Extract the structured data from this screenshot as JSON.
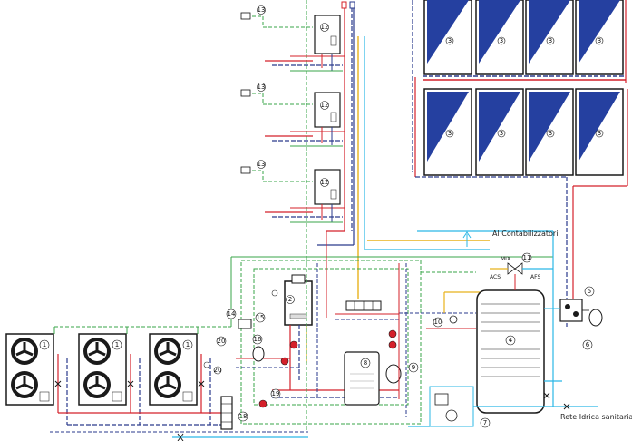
{
  "labels": {
    "contabilizzatori": "Al Contabilizzatori",
    "rete_idrica": "Rete Idrica sanitaria",
    "mix": "MIX",
    "acs": "ACS",
    "afs": "AFS"
  },
  "callouts": {
    "heat_pump": "1",
    "boiler": "2",
    "solar_panel": "3",
    "storage_tank": "4",
    "solar_station": "5",
    "expansion_vessel_solar": "6",
    "water_treatment": "7",
    "expansion_vessel_dhw": "8",
    "small_tank": "9",
    "pump_group": "10",
    "mixing_valve": "11",
    "wall_unit": "12",
    "thermostat": "13",
    "controller": "14",
    "sensor": "15",
    "expansion_vessel_heating": "16",
    "heat_exchanger": "18",
    "pump": "19",
    "flow_switch": "20"
  },
  "colors": {
    "hot_flow": "#d4202a",
    "return": "#2a3a8c",
    "cold_water": "#2bb7e6",
    "dhw": "#e8b21c",
    "electrical": "#3aa64a",
    "panel_blue": "#2540a0",
    "frame": "#1a1a1a"
  },
  "icons": [
    "fan-icon",
    "pump-icon",
    "valve-icon",
    "meter-icon"
  ]
}
